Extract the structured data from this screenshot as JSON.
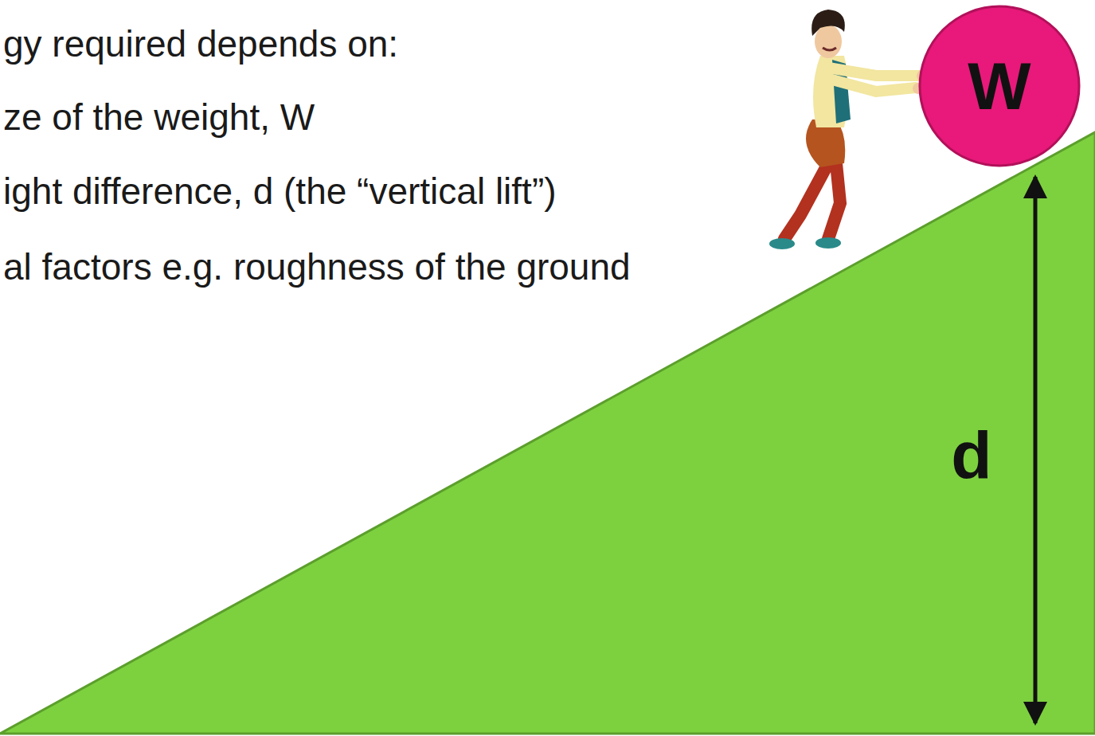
{
  "diagram": {
    "nodes": [
      {
        "text": [
          "W"
        ]
      }
    ],
    "labels": [
      "gy required depends on:",
      "ze of the weight, W",
      "ight difference, d (the “vertical lift”)",
      "al factors e.g. roughness of the ground",
      "d"
    ]
  }
}
